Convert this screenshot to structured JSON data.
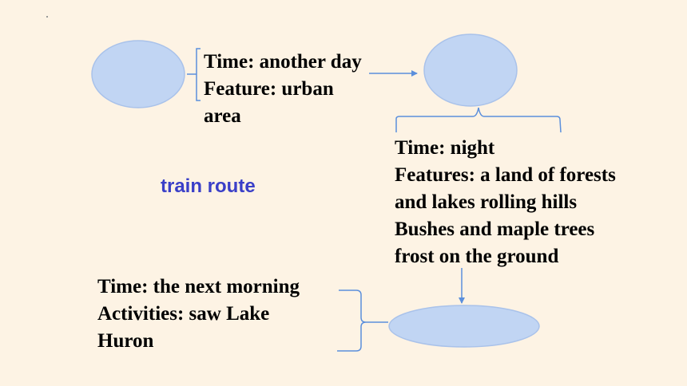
{
  "colors": {
    "background": "#fdf3e4",
    "node_fill": "#c1d5f3",
    "node_stroke": "#a9c2ea",
    "connector": "#5b8fdc",
    "route_label": "#3a3fc8",
    "text": "#000000"
  },
  "route_label": "train route",
  "nodes": [
    {
      "lines": [
        "Time: another day",
        "Feature: urban",
        "area"
      ]
    },
    {
      "lines": [
        "Time: night",
        "Features: a land of forests",
        "and lakes rolling hills",
        "Bushes and maple trees",
        "frost on the ground"
      ]
    },
    {
      "lines": [
        "Time: the next morning",
        "Activities: saw Lake",
        "Huron"
      ]
    }
  ]
}
